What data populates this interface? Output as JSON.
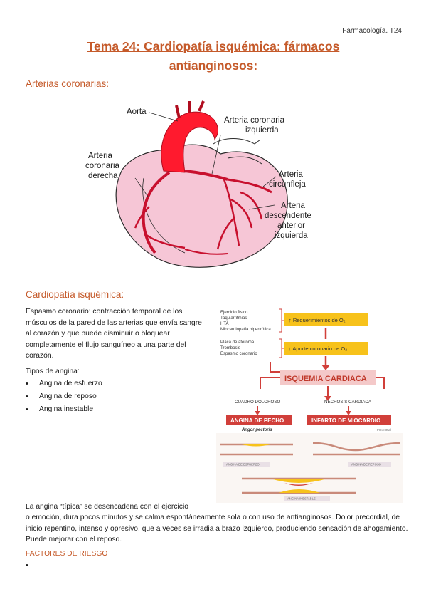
{
  "header": {
    "subject": "Farmacología. T24"
  },
  "title": {
    "line1": "Tema 24: Cardiopatía isquémica: fármacos",
    "line2": "antianginosos:"
  },
  "sections": {
    "arterias": "Arterias coronarias:",
    "cardiopatia": "Cardiopatía isquémica:"
  },
  "heart_figure": {
    "labels": {
      "aorta": "Aorta",
      "coronaria_izq_1": "Arteria coronaria",
      "coronaria_izq_2": "izquierda",
      "coronaria_der_1": "Arteria",
      "coronaria_der_2": "coronaria",
      "coronaria_der_3": "derecha",
      "circunfleja_1": "Arteria",
      "circunfleja_2": "circunfleja",
      "descendente_1": "Arteria",
      "descendente_2": "descendente",
      "descendente_3": "anterior",
      "descendente_4": "izquierda"
    },
    "colors": {
      "heart": "#f6c6d6",
      "artery": "#c8102e",
      "aorta": "#ff1a2e"
    }
  },
  "espasmo_text": "Espasmo coronario: contracción temporal de los músculos de la pared de las arterias que envía sangre al corazón y que puede disminuir o bloquear completamente el flujo sanguíneo a una parte del corazón.",
  "tipos_label": "Tipos de angina:",
  "tipos": [
    "Angina de esfuerzo",
    "Angina de reposo",
    "Angina inestable"
  ],
  "diagram": {
    "causes_top": [
      "Ejercicio físico",
      "Taquiarritmias",
      "HTA",
      "Miocardiopatía hipertrófica"
    ],
    "box_top": "↑ Requerimientos de O₂",
    "causes_bottom": [
      "Placa de ateroma",
      "Trombosis",
      "Espasmo coronario"
    ],
    "box_bottom": "↓ Aporte coronario de O₂",
    "isquemia": "ISQUEMIA CARDIACA",
    "left_sub": "CUADRO DOLOROSO",
    "right_sub": "NECROSIS CARDIACA",
    "left_box": "ANGINA DE PECHO",
    "right_box": "INFARTO DE MIOCARDIO",
    "angor": "Angor pectoris",
    "prinzmetal": "Prinzmetal",
    "vessel_labels": {
      "esfuerzo": "ANGINA DE ESFUERZO",
      "reposo": "ANGINA DE REPOSO",
      "inestable": "ANGINA INESTABLE"
    },
    "colors": {
      "yellow": "#f7c21b",
      "red": "#d13f3a",
      "pink": "#f4c9c9"
    }
  },
  "paragraph": {
    "line1": "La angina “típica” se desencadena con el ejercicio",
    "rest": "o emoción, dura pocos minutos y se calma espontáneamente sola o con uso de antianginosos. Dolor precordial, de inicio repentino, intenso y opresivo, que a veces se irradia a brazo izquierdo, produciendo sensación de ahogamiento. Puede mejorar con el reposo."
  },
  "factores": "FACTORES DE RIESGO",
  "lone_bullet": "•"
}
